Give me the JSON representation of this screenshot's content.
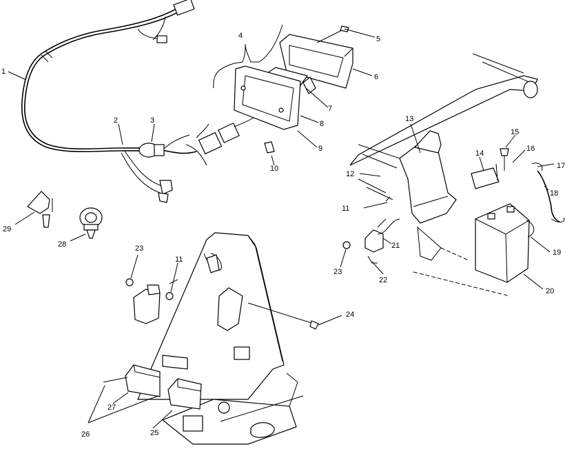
{
  "diagram": {
    "callouts": [
      {
        "id": "1",
        "text": "1"
      },
      {
        "id": "2",
        "text": "2"
      },
      {
        "id": "3",
        "text": "3"
      },
      {
        "id": "4",
        "text": "4"
      },
      {
        "id": "5",
        "text": "5"
      },
      {
        "id": "6",
        "text": "6"
      },
      {
        "id": "7",
        "text": "7"
      },
      {
        "id": "8",
        "text": "8"
      },
      {
        "id": "9",
        "text": "9"
      },
      {
        "id": "10",
        "text": "10"
      },
      {
        "id": "11a",
        "text": "11"
      },
      {
        "id": "11b",
        "text": "11"
      },
      {
        "id": "12",
        "text": "12"
      },
      {
        "id": "13",
        "text": "13"
      },
      {
        "id": "14",
        "text": "14"
      },
      {
        "id": "15",
        "text": "15"
      },
      {
        "id": "16",
        "text": "16"
      },
      {
        "id": "17",
        "text": "17"
      },
      {
        "id": "18",
        "text": "18"
      },
      {
        "id": "19",
        "text": "19"
      },
      {
        "id": "20",
        "text": "20"
      },
      {
        "id": "21",
        "text": "21"
      },
      {
        "id": "22",
        "text": "22"
      },
      {
        "id": "23a",
        "text": "23"
      },
      {
        "id": "23b",
        "text": "23"
      },
      {
        "id": "24",
        "text": "24"
      },
      {
        "id": "25",
        "text": "25"
      },
      {
        "id": "26",
        "text": "26"
      },
      {
        "id": "27",
        "text": "27"
      },
      {
        "id": "28",
        "text": "28"
      },
      {
        "id": "29",
        "text": "29"
      }
    ]
  }
}
